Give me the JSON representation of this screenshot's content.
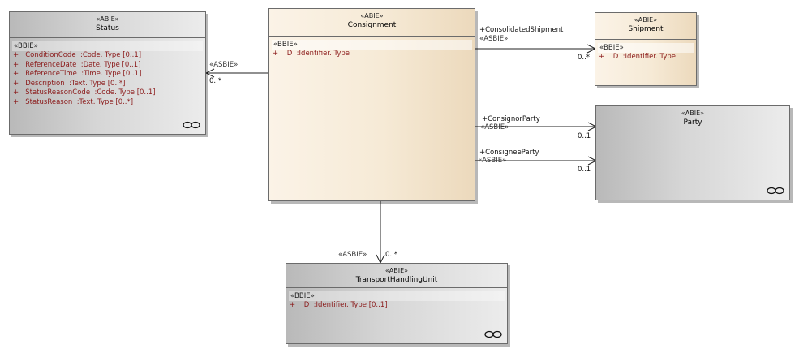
{
  "classes": {
    "status": {
      "stereotype": "«ABIE»",
      "name": "Status",
      "section": "«BBIE»",
      "attributes": [
        "+   ConditionCode  :Code. Type [0..1]",
        "+   ReferenceDate  :Date. Type [0..1]",
        "+   ReferenceTime  :Time. Type [0..1]",
        "+   Description  :Text. Type [0..*]",
        "+   StatusReasonCode  :Code. Type [0..1]",
        "+   StatusReason  :Text. Type [0..*]"
      ]
    },
    "consignment": {
      "stereotype": "«ABIE»",
      "name": "Consignment",
      "section": "«BBIE»",
      "attributes": [
        "+   ID  :Identifier. Type"
      ]
    },
    "shipment": {
      "stereotype": "«ABIE»",
      "name": "Shipment",
      "section": "«BBIE»",
      "attributes": [
        "+   ID  :Identifier. Type"
      ]
    },
    "party": {
      "stereotype": "«ABIE»",
      "name": "Party"
    },
    "transport_handling_unit": {
      "stereotype": "«ABIE»",
      "name": "TransportHandlingUnit",
      "section": "«BBIE»",
      "attributes": [
        "+   ID  :Identifier. Type [0..1]"
      ]
    }
  },
  "associations": {
    "status": {
      "stereotype": "«ASBIE»",
      "multiplicity": "0..*"
    },
    "consolidated_shipment": {
      "role": "+ConsolidatedShipment",
      "stereotype": "«ASBIE»",
      "multiplicity": "0..*"
    },
    "consignor_party": {
      "role": "+ConsignorParty",
      "stereotype": "«ASBIE»",
      "multiplicity": "0..1"
    },
    "consignee_party": {
      "role": "+ConsigneeParty",
      "stereotype": "«ASBIE»",
      "multiplicity": "0..1"
    },
    "transport_handling_unit": {
      "stereotype": "«ASBIE»",
      "multiplicity": "0..*"
    }
  },
  "icons": {
    "composite_link": "infinity-link-icon",
    "arrowhead": "open-arrowhead-icon"
  },
  "colors": {
    "abie_gray": "#c8c8c8",
    "abie_beige": "#f6ead6",
    "attribute_text": "#8b1a1a",
    "border": "#6b6b6b"
  }
}
